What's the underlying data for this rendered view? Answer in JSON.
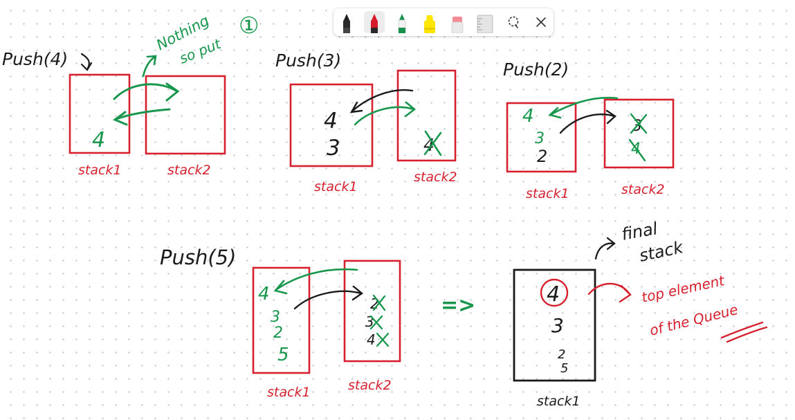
{
  "toolbar": {
    "tools": [
      {
        "name": "ballpoint-pen",
        "icon": "black-pen-icon",
        "color": "#1f1f1f"
      },
      {
        "name": "pen",
        "icon": "red-pen-icon",
        "color": "#d81b2b",
        "selected": true
      },
      {
        "name": "pen",
        "icon": "green-pen-icon",
        "color": "#16904a"
      },
      {
        "name": "highlighter",
        "icon": "yellow-highlighter-icon",
        "color": "#ffe600"
      },
      {
        "name": "eraser",
        "icon": "eraser-icon",
        "color": "#f28b95"
      },
      {
        "name": "ruler",
        "icon": "ruler-icon",
        "color": "#bdbdbd"
      },
      {
        "name": "lasso-select",
        "icon": "lasso-icon",
        "color": "#333333"
      },
      {
        "name": "close",
        "icon": "close-icon",
        "color": "#333333"
      }
    ]
  },
  "colors": {
    "ink_black": "#1a1a1a",
    "ink_red": "#d6202e",
    "ink_green": "#17964c"
  },
  "canvas": {
    "step1": {
      "heading": "Push(4)",
      "note_line1": "Nothing",
      "note_line2": "so put",
      "note_mark": "①",
      "stack1_value": "4",
      "stack1_label": "stack1",
      "stack2_label": "stack2"
    },
    "step2": {
      "heading": "Push(3)",
      "stack1_values": [
        "4",
        "3"
      ],
      "stack2_values": [
        "4"
      ],
      "stack1_label": "stack1",
      "stack2_label": "stack2"
    },
    "step3": {
      "heading": "Push(2)",
      "stack1_values": [
        "4",
        "3",
        "2"
      ],
      "stack2_values": [
        "3",
        "4"
      ],
      "stack1_label": "stack1",
      "stack2_label": "stack2"
    },
    "step4": {
      "heading": "Push(5)",
      "stack1_values": [
        "4",
        "3",
        "2",
        "5"
      ],
      "stack2_values": [
        "2",
        "3",
        "4"
      ],
      "stack1_label": "stack1",
      "stack2_label": "stack2",
      "arrow": "=>"
    },
    "final": {
      "values": [
        "4",
        "3",
        "2",
        "5"
      ],
      "label": "stack1",
      "note_line1": "final",
      "note_line2": "stack",
      "red_note_line1": "top element",
      "red_note_line2": "of the Queue"
    }
  }
}
